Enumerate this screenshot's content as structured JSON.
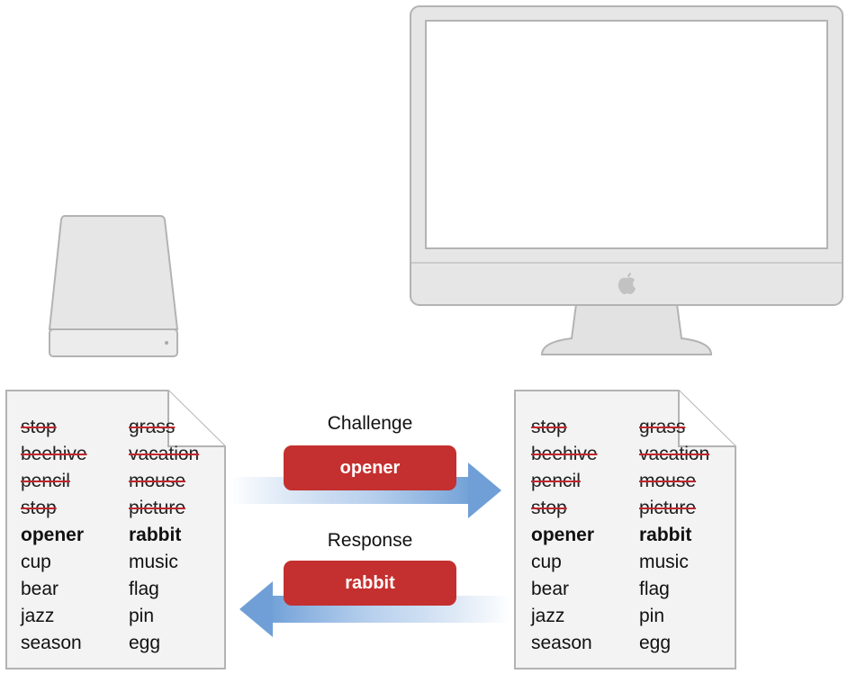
{
  "challenge": {
    "label": "Challenge",
    "word": "opener"
  },
  "response": {
    "label": "Response",
    "word": "rabbit"
  },
  "word_list": {
    "column1": [
      {
        "word": "stop",
        "state": "used"
      },
      {
        "word": "beehive",
        "state": "used"
      },
      {
        "word": "pencil",
        "state": "used"
      },
      {
        "word": "stop",
        "state": "used"
      },
      {
        "word": "opener",
        "state": "current"
      },
      {
        "word": "cup",
        "state": "unused"
      },
      {
        "word": "bear",
        "state": "unused"
      },
      {
        "word": "jazz",
        "state": "unused"
      },
      {
        "word": "season",
        "state": "unused"
      }
    ],
    "column2": [
      {
        "word": "grass",
        "state": "used"
      },
      {
        "word": "vacation",
        "state": "used"
      },
      {
        "word": "mouse",
        "state": "used"
      },
      {
        "word": "picture",
        "state": "used"
      },
      {
        "word": "rabbit",
        "state": "current"
      },
      {
        "word": "music",
        "state": "unused"
      },
      {
        "word": "flag",
        "state": "unused"
      },
      {
        "word": "pin",
        "state": "unused"
      },
      {
        "word": "egg",
        "state": "unused"
      }
    ]
  },
  "colors": {
    "device_fill": "#e6e6e6",
    "device_stroke": "#b3b3b3",
    "paper_fill": "#f3f3f3",
    "pill": "#c4302f",
    "arrow": "#6f9fd6",
    "strike": "#c0272d"
  }
}
